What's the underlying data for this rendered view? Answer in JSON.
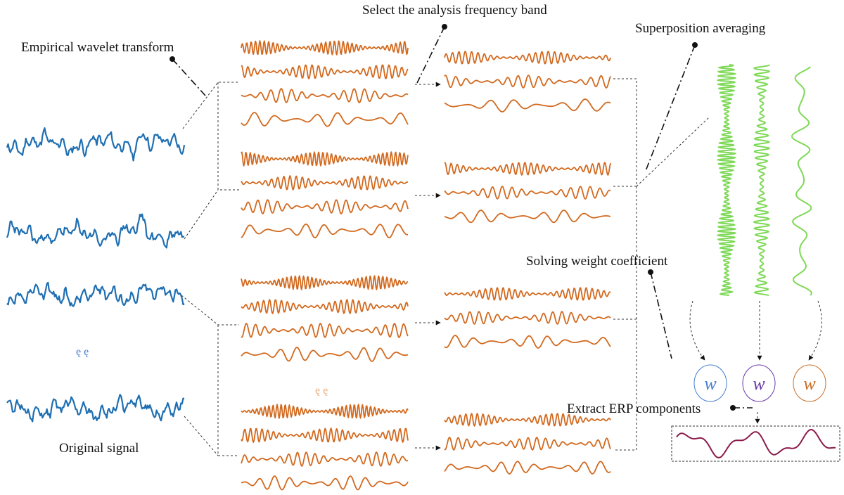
{
  "labels": {
    "ewt": "Empirical wavelet transform",
    "select": "Select the analysis frequency band",
    "superposition": "Superposition averaging",
    "solving": "Solving weight coefficient",
    "extract": "Extract ERP components",
    "original": "Original signal",
    "dots_blue": "ę ę",
    "dots_orange": "ę ę",
    "w1": "w",
    "w2": "w",
    "w3": "w"
  },
  "colors": {
    "blue": "#1f6fb2",
    "orange": "#d2691e",
    "green": "#7ed957",
    "w1": "#4a7fd0",
    "w2": "#6a3aa8",
    "w3": "#c8702a",
    "erp": "#8b1a4a",
    "dots_blue": "#4a7fd0",
    "dots_orange": "#f0b080"
  }
}
